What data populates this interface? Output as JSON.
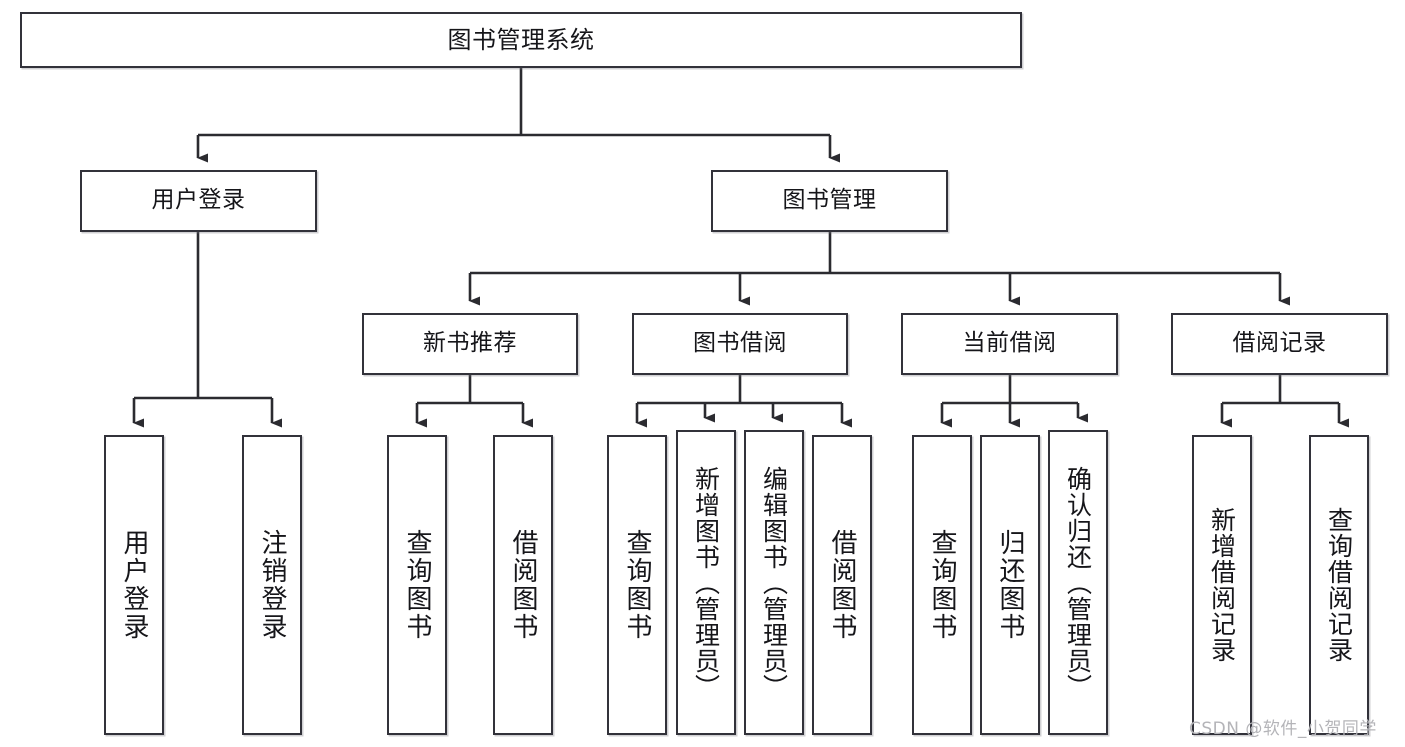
{
  "diagram": {
    "type": "tree",
    "title": "图书管理系统",
    "root": {
      "id": "root",
      "label": "图书管理系统"
    },
    "level2": [
      {
        "id": "user-login",
        "label": "用户登录"
      },
      {
        "id": "book-manage",
        "label": "图书管理"
      }
    ],
    "level3": [
      {
        "id": "new-book-recommend",
        "label": "新书推荐"
      },
      {
        "id": "book-borrow",
        "label": "图书借阅"
      },
      {
        "id": "current-borrow",
        "label": "当前借阅"
      },
      {
        "id": "borrow-record",
        "label": "借阅记录"
      }
    ],
    "leaves": {
      "user_login": [
        {
          "id": "leaf-user-login",
          "label": "用户登录"
        },
        {
          "id": "leaf-logout",
          "label": "注销登录"
        }
      ],
      "new_book_recommend": [
        {
          "id": "leaf-query-book-1",
          "label": "查询图书"
        },
        {
          "id": "leaf-borrow-book-1",
          "label": "借阅图书"
        }
      ],
      "book_borrow": [
        {
          "id": "leaf-query-book-2",
          "label": "查询图书"
        },
        {
          "id": "leaf-add-book",
          "label": "新增图书（管理员）"
        },
        {
          "id": "leaf-edit-book",
          "label": "编辑图书（管理员）"
        },
        {
          "id": "leaf-borrow-book-2",
          "label": "借阅图书"
        }
      ],
      "current_borrow": [
        {
          "id": "leaf-query-book-3",
          "label": "查询图书"
        },
        {
          "id": "leaf-return-book",
          "label": "归还图书"
        },
        {
          "id": "leaf-confirm-return",
          "label": "确认归还（管理员）"
        }
      ],
      "borrow_record": [
        {
          "id": "leaf-add-record",
          "label": "新增借阅记录"
        },
        {
          "id": "leaf-query-record",
          "label": "查询借阅记录"
        }
      ]
    }
  },
  "watermark": {
    "text": "CSDN @软件_小贺同学"
  },
  "colors": {
    "box_border": "#32323a",
    "box_fill": "#ffffff",
    "line": "#2b2b30",
    "text": "#16161a",
    "watermark": "#b4b4b8",
    "background": "#ffffff"
  }
}
